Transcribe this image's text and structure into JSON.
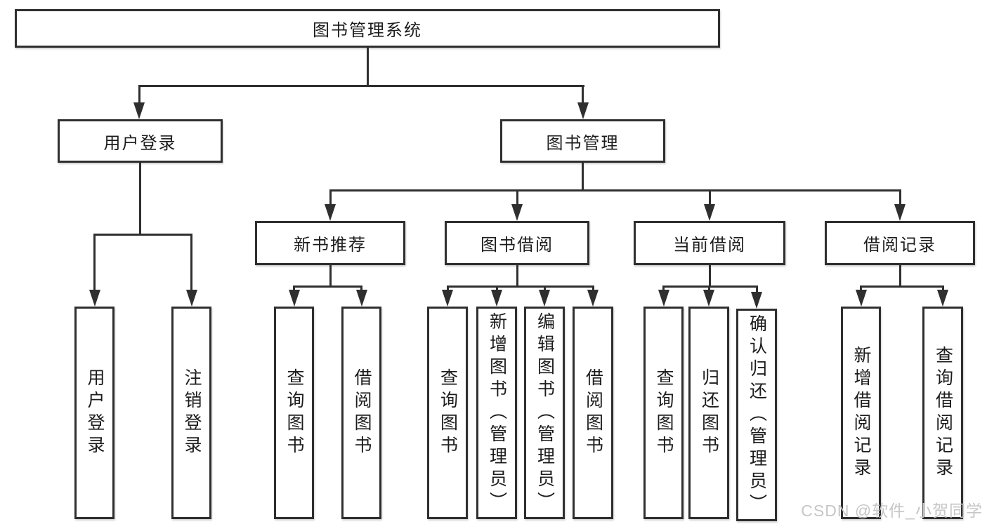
{
  "diagram": {
    "root": {
      "label": "图书管理系统"
    },
    "level2": [
      {
        "label": "用户登录"
      },
      {
        "label": "图书管理"
      }
    ],
    "level3": [
      {
        "label": "新书推荐"
      },
      {
        "label": "图书借阅"
      },
      {
        "label": "当前借阅"
      },
      {
        "label": "借阅记录"
      }
    ],
    "leaves": {
      "user_login": [
        {
          "label": "用户登录"
        },
        {
          "label": "注销登录"
        }
      ],
      "new_book": [
        {
          "label": "查询图书"
        },
        {
          "label": "借阅图书"
        }
      ],
      "book_borrow": [
        {
          "label": "查询图书"
        },
        {
          "label": "新增图书（管理员）"
        },
        {
          "label": "编辑图书（管理员）"
        },
        {
          "label": "借阅图书"
        }
      ],
      "current_borrow": [
        {
          "label": "查询图书"
        },
        {
          "label": "归还图书"
        },
        {
          "label": "确认归还（管理员）"
        }
      ],
      "borrow_records": [
        {
          "label": "新增借阅记录"
        },
        {
          "label": "查询借阅记录"
        }
      ]
    }
  },
  "watermark": {
    "text": "CSDN @软件_小贺同学"
  },
  "colors": {
    "line": "#2f2f2f",
    "text": "#1c1c1c",
    "watermark": "#c6c6c6",
    "background": "#ffffff"
  }
}
